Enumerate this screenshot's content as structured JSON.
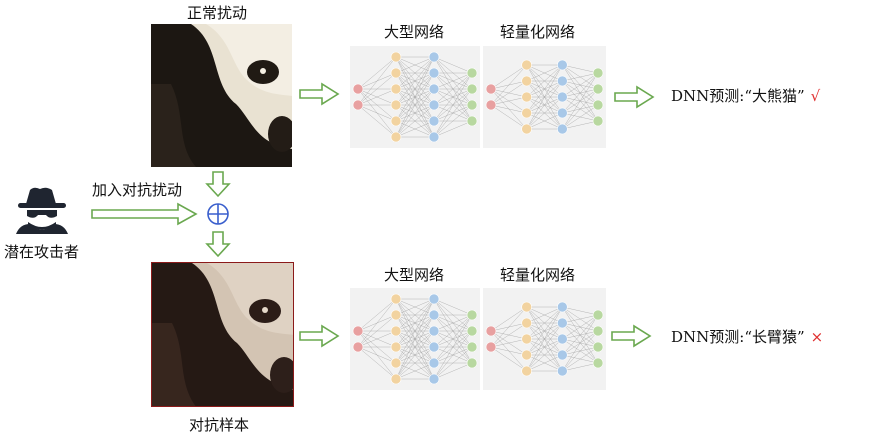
{
  "labels": {
    "normal_perturbation": "正常扰动",
    "add_adversarial_perturbation": "加入对抗扰动",
    "attacker": "潜在攻击者",
    "adversarial_sample": "对抗样本",
    "large_network": "大型网络",
    "lightweight_network": "轻量化网络"
  },
  "predictions": {
    "top": {
      "text": "DNN预测:“大熊猫”",
      "mark": "√"
    },
    "bottom": {
      "text": "DNN预测:“长臂猿”",
      "mark": "×"
    }
  },
  "icons": {
    "attacker": "hacker-icon",
    "combine": "circled-plus-icon",
    "arrows": "hollow-arrow-icon",
    "image": "panda-image"
  },
  "colors": {
    "arrow_green": "#6aa84f",
    "check_red": "#e03030",
    "node_input": "#e8a0a0",
    "node_hidden1": "#f2d3a0",
    "node_hidden2": "#a8c8e8",
    "node_output": "#b8d8a0",
    "plus_blue": "#3a5fcd"
  }
}
